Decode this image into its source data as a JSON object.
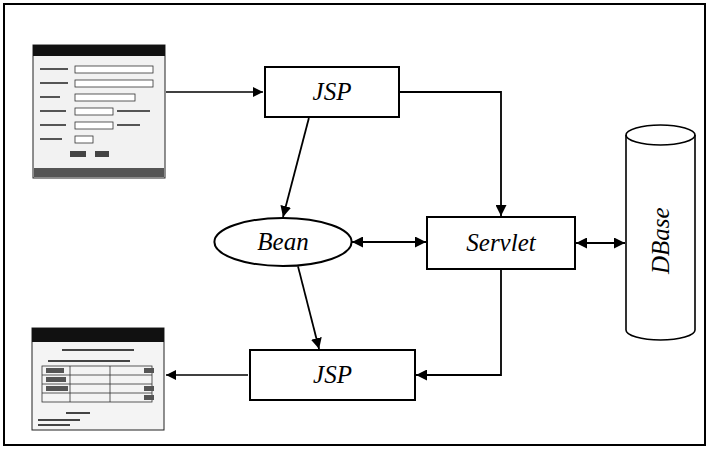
{
  "diagram": {
    "nodes": [
      {
        "text": [
          "JSP"
        ]
      },
      {
        "text": [
          "Bean"
        ]
      },
      {
        "text": [
          "Servlet"
        ]
      },
      {
        "text": [
          "DBase"
        ]
      },
      {
        "text": [
          "JSP"
        ]
      }
    ],
    "edges": [
      {
        "from": 0,
        "to": 1,
        "arrow": "to"
      },
      {
        "from": 0,
        "to": 2,
        "arrow": "to"
      },
      {
        "from": 1,
        "to": 2,
        "arrow": "both"
      },
      {
        "from": 2,
        "to": 3,
        "arrow": "both"
      },
      {
        "from": 1,
        "to": 4,
        "arrow": "to"
      },
      {
        "from": 2,
        "to": 4,
        "arrow": "to"
      }
    ]
  }
}
